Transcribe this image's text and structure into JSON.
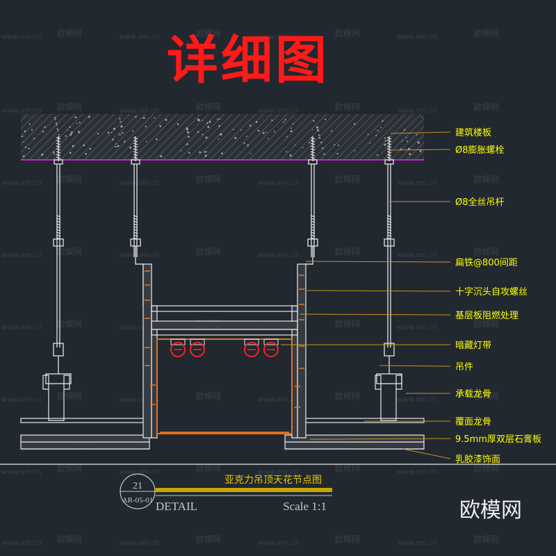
{
  "title": "详细图",
  "watermarks": {
    "brand": "欧模网",
    "url": "www.om.cn",
    "corner_logo": "欧模网"
  },
  "labels": [
    {
      "id": "floor-slab",
      "text": "建筑楼板"
    },
    {
      "id": "expansion-bolt",
      "text": "Ø8膨胀螺栓"
    },
    {
      "id": "threaded-rod",
      "text": "Ø8全丝吊杆"
    },
    {
      "id": "flat-iron",
      "text": "扁铁@800间距"
    },
    {
      "id": "cross-screw",
      "text": "十字沉头自攻螺丝"
    },
    {
      "id": "base-board",
      "text": "基层板阻燃处理"
    },
    {
      "id": "hidden-light",
      "text": "暗藏灯带"
    },
    {
      "id": "hanger",
      "text": "吊件"
    },
    {
      "id": "main-keel",
      "text": "承载龙骨"
    },
    {
      "id": "cover-keel",
      "text": "覆面龙骨"
    },
    {
      "id": "gypsum-board",
      "text": "9.5mm厚双层石膏板"
    },
    {
      "id": "latex-paint",
      "text": "乳胶漆饰面"
    }
  ],
  "title_block": {
    "drawing_name": "亚克力吊顶天花节点图",
    "number": "21",
    "sheet": "AR-05-01",
    "detail": "DETAIL",
    "scale": "Scale 1:1"
  },
  "colors": {
    "background": "#212830",
    "title_red": "#ff1a1a",
    "label_yellow": "#ffff00",
    "leader_orange": "#c8961e",
    "line_white": "#e8e8e8",
    "magenta": "#cc22cc",
    "orange": "#e07020",
    "lamp_red": "#ff2020"
  }
}
